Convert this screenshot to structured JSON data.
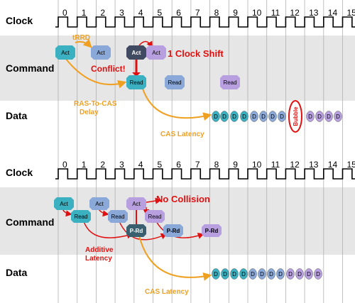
{
  "colors": {
    "band": "#e6e6e6",
    "act": "#3ab0c0",
    "act_blue": "#8aa8d8",
    "act_dark": "#404a60",
    "act_purple": "#b8a0e0",
    "read": "#3ab0c0",
    "read_blue": "#8aa8d8",
    "read_purple": "#b8a0e0",
    "orange": "#f0a020",
    "red": "#e01010"
  },
  "clock_ticks": [
    "0",
    "1",
    "2",
    "3",
    "4",
    "5",
    "6",
    "7",
    "8",
    "9",
    "10",
    "11",
    "12",
    "13",
    "14",
    "15"
  ],
  "top": {
    "labels": {
      "clock": "Clock",
      "command": "Command",
      "data": "Data"
    },
    "pills": {
      "act0": "Act",
      "act1": "Act",
      "act2": "Act",
      "act3": "Act",
      "read1": "Read",
      "read2": "Read",
      "read3": "Read"
    },
    "annotations": {
      "trrd": "tRRD",
      "shift": "1 Clock Shift",
      "conflict": "Conflict!",
      "ras_to_cas_1": "RAS-To-CAS",
      "ras_to_cas_2": "Delay",
      "cas": "CAS Latency",
      "bubble": "Bubble"
    },
    "data_label": "D"
  },
  "bottom": {
    "labels": {
      "clock": "Clock",
      "command": "Command",
      "data": "Data"
    },
    "pills": {
      "act0": "Act",
      "act1": "Act",
      "act2": "Act",
      "read0": "Read",
      "read1": "Read",
      "read2": "Read",
      "prd0": "P-Rd",
      "prd1": "P-Rd",
      "prd2": "P-Rd"
    },
    "annotations": {
      "no_collision": "No Collision",
      "additive_1": "Additive",
      "additive_2": "Latency",
      "cas": "CAS Latency"
    },
    "data_label": "D"
  }
}
